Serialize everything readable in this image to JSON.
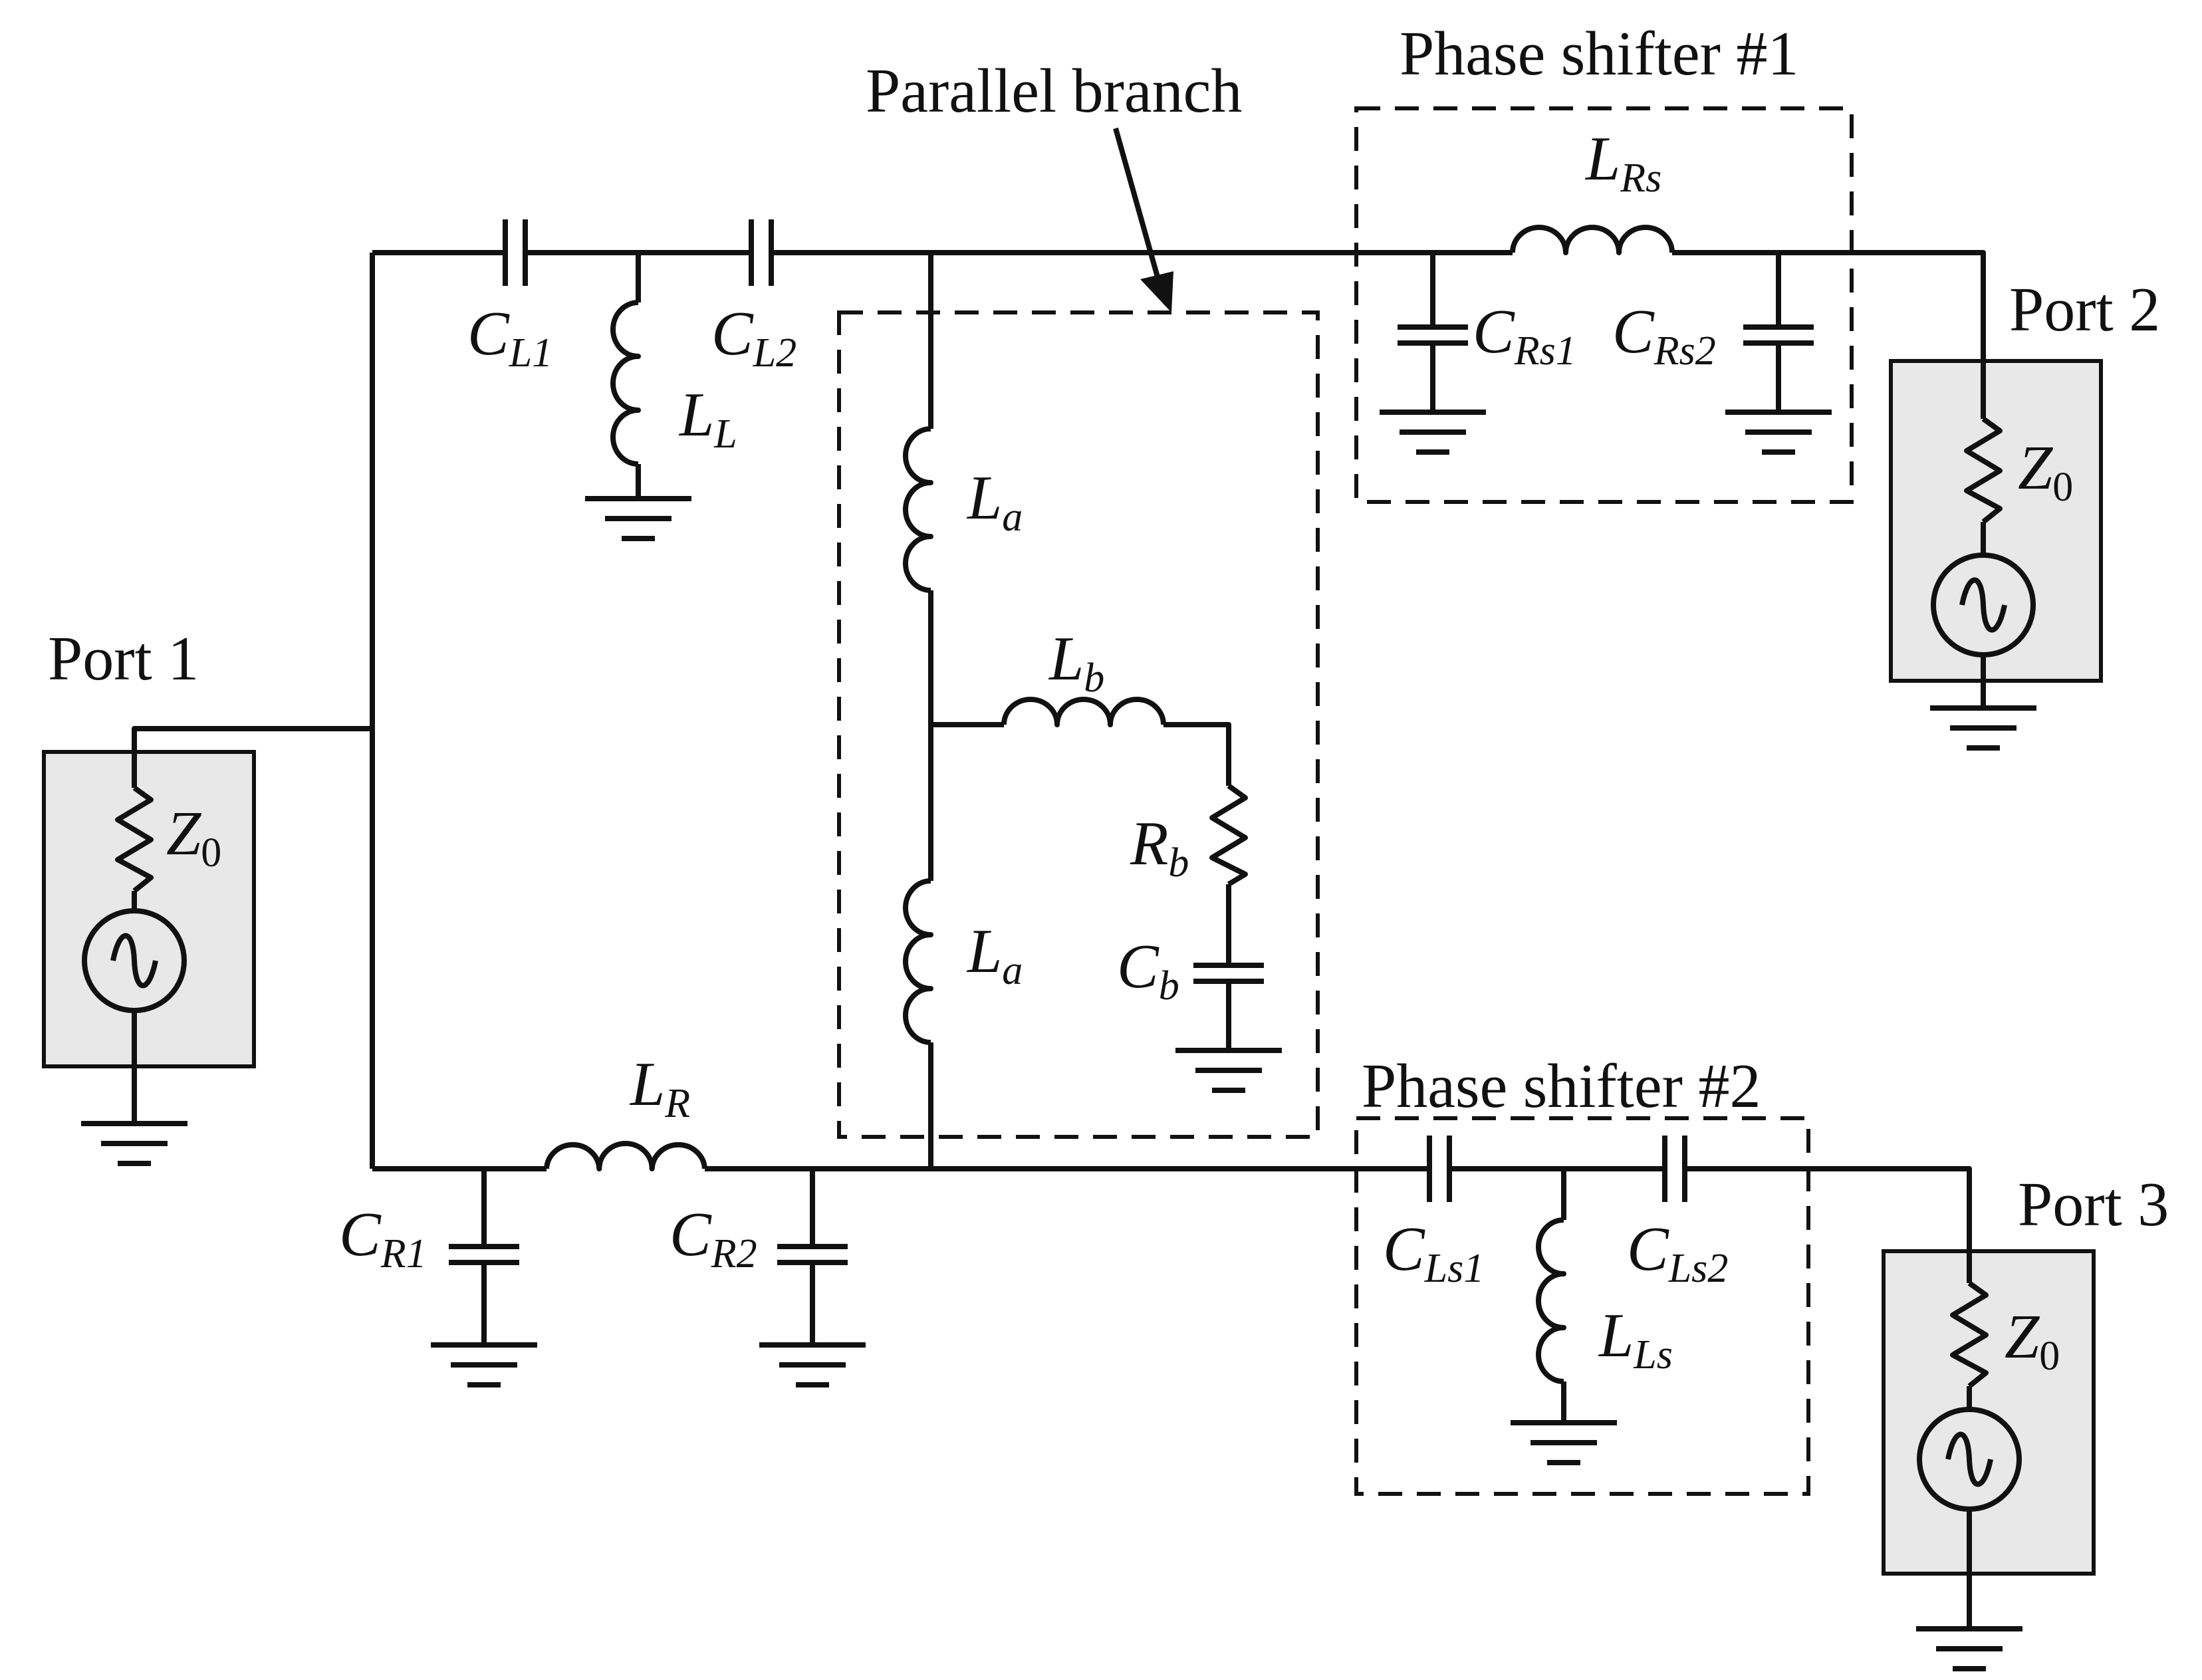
{
  "ports": {
    "port1": "Port 1",
    "port2": "Port 2",
    "port3": "Port 3"
  },
  "blocks": {
    "parallel_branch": "Parallel branch",
    "phase_shifter_1": "Phase shifter #1",
    "phase_shifter_2": "Phase shifter #2"
  },
  "components": {
    "CL1": {
      "main": "C",
      "sub": "L1"
    },
    "CL2": {
      "main": "C",
      "sub": "L2"
    },
    "LL": {
      "main": "L",
      "sub": "L"
    },
    "La_top": {
      "main": "L",
      "sub": "a"
    },
    "La_bottom": {
      "main": "L",
      "sub": "a"
    },
    "Lb": {
      "main": "L",
      "sub": "b"
    },
    "Rb": {
      "main": "R",
      "sub": "b"
    },
    "Cb": {
      "main": "C",
      "sub": "b"
    },
    "LR": {
      "main": "L",
      "sub": "R"
    },
    "CR1": {
      "main": "C",
      "sub": "R1"
    },
    "CR2": {
      "main": "C",
      "sub": "R2"
    },
    "LRs": {
      "main": "L",
      "sub": "Rs"
    },
    "CRs1": {
      "main": "C",
      "sub": "Rs1"
    },
    "CRs2": {
      "main": "C",
      "sub": "Rs2"
    },
    "CLs1": {
      "main": "C",
      "sub": "Ls1"
    },
    "CLs2": {
      "main": "C",
      "sub": "Ls2"
    },
    "LLs": {
      "main": "L",
      "sub": "Ls"
    },
    "Z0_port1": {
      "main": "Z",
      "sub": "0"
    },
    "Z0_port2": {
      "main": "Z",
      "sub": "0"
    },
    "Z0_port3": {
      "main": "Z",
      "sub": "0"
    }
  }
}
